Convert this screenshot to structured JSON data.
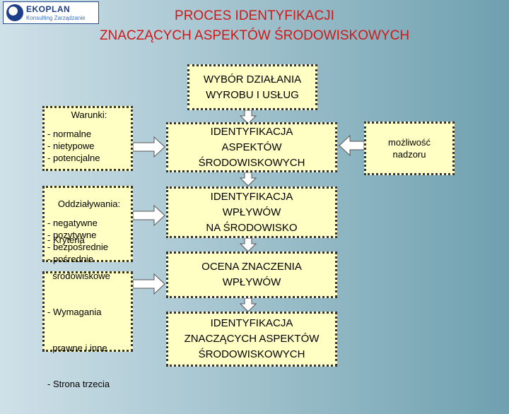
{
  "logo": {
    "name": "EKOPLAN",
    "tagline": "Konsulting Zarządzanie"
  },
  "title": {
    "line1": "PROCES IDENTYFIKACJI",
    "line2": "ZNACZĄCYCH ASPEKTÓW ŚRODOWISKOWYCH"
  },
  "flow": [
    {
      "line1": "WYBÓR DZIAŁANIA",
      "line2": "WYROBU I USŁUG",
      "line3": ""
    },
    {
      "line1": "IDENTYFIKACJA",
      "line2": "ASPEKTÓW",
      "line3": "ŚRODOWISKOWYCH"
    },
    {
      "line1": "IDENTYFIKACJA",
      "line2": "WPŁYWÓW",
      "line3": "NA ŚRODOWISKO"
    },
    {
      "line1": "OCENA ZNACZENIA",
      "line2": "WPŁYWÓW",
      "line3": ""
    },
    {
      "line1": "IDENTYFIKACJA",
      "line2": "ZNACZĄCYCH ASPEKTÓW",
      "line3": "ŚRODOWISKOWYCH"
    }
  ],
  "conditions": {
    "heading": "Warunki:",
    "items": [
      "- normalne",
      "- nietypowe",
      "- potencjalne"
    ]
  },
  "impacts": {
    "heading": "Oddziaływania:",
    "items": [
      "- negatywne",
      "- pozytywne",
      "- bezpośrednie",
      "- pośrednie"
    ]
  },
  "criteria": {
    "items": [
      "- Kryteria",
      "  środowiskowe",
      "- Wymagania",
      "  prawne i inne",
      "- Strona trzecia"
    ]
  },
  "supervision": {
    "line1": "możliwość",
    "line2": "nadzoru"
  },
  "colors": {
    "box_fill": "#ffffc4",
    "title": "#d01818",
    "arrow": "#ffffff"
  }
}
